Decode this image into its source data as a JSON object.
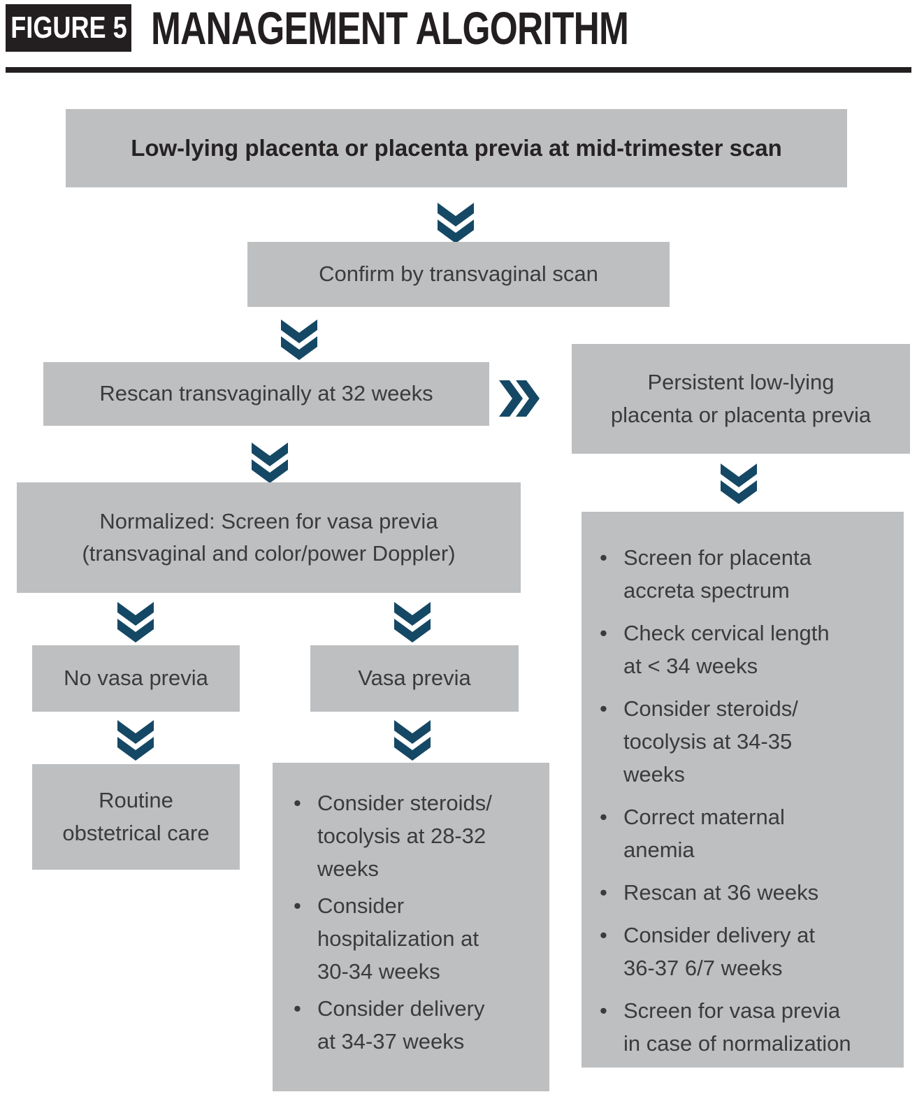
{
  "header": {
    "figure_label": "FIGURE 5",
    "title": "MANAGEMENT ALGORITHM"
  },
  "flow": {
    "start": "Low-lying placenta or placenta previa at mid-trimester scan",
    "confirm": "Confirm by transvaginal scan",
    "rescan": "Rescan transvaginally at 32 weeks",
    "persistent": "Persistent low-lying\nplacenta or placenta previa",
    "normalized": "Normalized: Screen for vasa previa\n(transvaginal and color/power Doppler)",
    "no_vasa_previa": "No vasa previa",
    "vasa_previa": "Vasa previa",
    "routine_care": "Routine\nobstetrical care",
    "vasa_actions": [
      "Consider steroids/\ntocolysis at 28-32\nweeks",
      "Consider\nhospitalization at\n30-34 weeks",
      "Consider delivery\nat 34-37 weeks"
    ],
    "persistent_actions": [
      "Screen for placenta\naccreta spectrum",
      "Check cervical length\nat < 34 weeks",
      "Consider steroids/\ntocolysis at 34-35\nweeks",
      "Correct maternal\nanemia",
      "Rescan at 36 weeks",
      "Consider delivery at\n36-37 6/7 weeks",
      "Screen for vasa previa\nin case of normalization"
    ]
  },
  "icons": {
    "down_arrow": "double-chevron-down",
    "right_arrow": "double-chevron-right"
  },
  "colors": {
    "box_gray": "#bdbfc1",
    "chevron_navy": "#154864",
    "text_dark": "#3a3b3d",
    "header_black": "#231f20"
  }
}
